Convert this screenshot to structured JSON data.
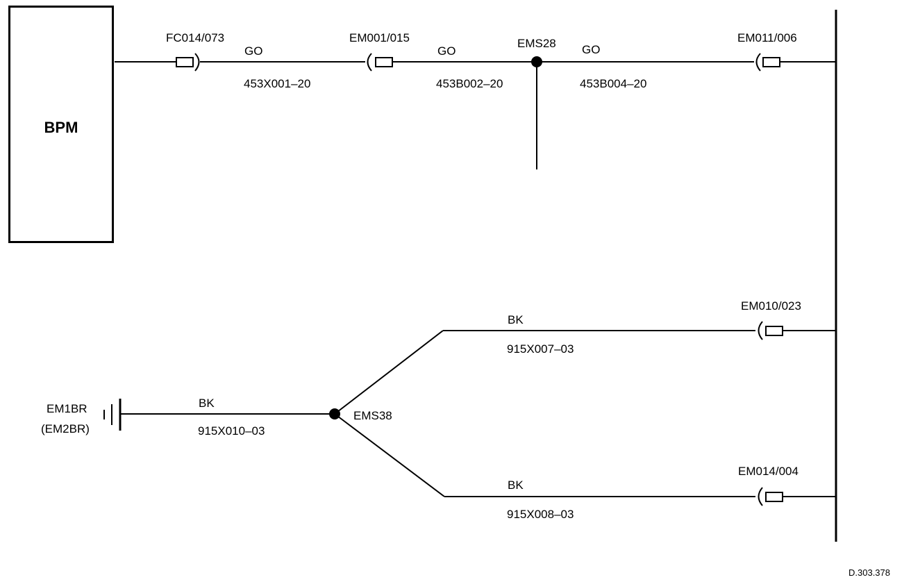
{
  "module": {
    "name": "BPM"
  },
  "connectors": {
    "fc014": "FC014/073",
    "em001": "EM001/015",
    "em011": "EM011/006",
    "em010": "EM010/023",
    "em014": "EM014/004"
  },
  "splices": {
    "ems28": "EMS28",
    "ems38": "EMS38"
  },
  "ground": {
    "name": "EM1BR",
    "alt": "(EM2BR)"
  },
  "wires": {
    "w1": {
      "color": "GO",
      "code": "453X001–20"
    },
    "w2": {
      "color": "GO",
      "code": "453B002–20"
    },
    "w3": {
      "color": "GO",
      "code": "453B004–20"
    },
    "w4": {
      "color": "BK",
      "code": "915X010–03"
    },
    "w5": {
      "color": "BK",
      "code": "915X007–03"
    },
    "w6": {
      "color": "BK",
      "code": "915X008–03"
    }
  },
  "figure_ref": "D.303.378"
}
